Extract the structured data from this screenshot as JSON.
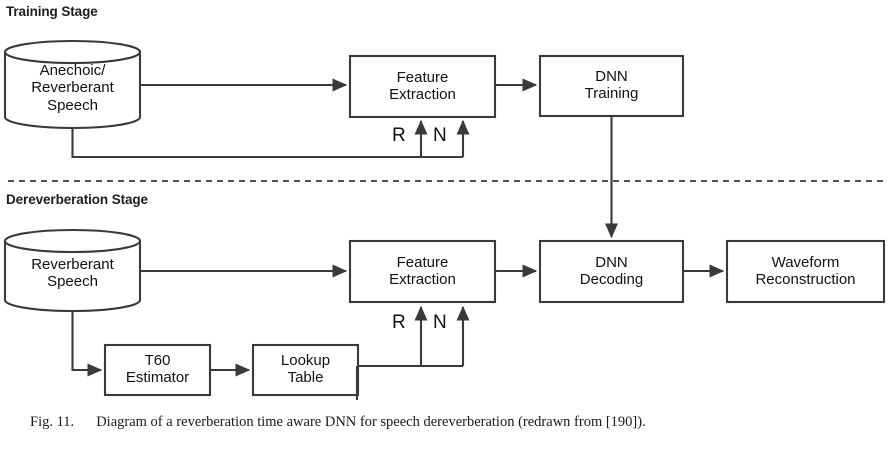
{
  "figure": {
    "number": "Fig. 11.",
    "caption": "Diagram of a reverberation time aware DNN for speech dereverberation (redrawn from [190])."
  },
  "colors": {
    "stroke": "#3a3a3a",
    "text": "#111111",
    "background": "#ffffff",
    "divider": "#3a3a3a"
  },
  "sections": {
    "training": {
      "label": "Training Stage"
    },
    "dereverberation": {
      "label": "Dereverberation Stage"
    }
  },
  "training_stage": {
    "datastore": {
      "line1": "Anechoic/",
      "line2": "Reverberant",
      "line3": "Speech"
    },
    "feature_extraction": {
      "line1": "Feature",
      "line2": "Extraction"
    },
    "dnn_training": {
      "line1": "DNN",
      "line2": "Training"
    },
    "inputs": {
      "r": "R",
      "n": "N"
    }
  },
  "dereverberation_stage": {
    "datastore": {
      "line1": "Reverberant",
      "line2": "Speech"
    },
    "feature_extraction": {
      "line1": "Feature",
      "line2": "Extraction"
    },
    "dnn_decoding": {
      "line1": "DNN",
      "line2": "Decoding"
    },
    "waveform_reconstruction": {
      "line1": "Waveform",
      "line2": "Reconstruction"
    },
    "t60_estimator": {
      "line1": "T60",
      "line2": "Estimator"
    },
    "lookup_table": {
      "line1": "Lookup",
      "line2": "Table"
    },
    "inputs": {
      "r": "R",
      "n": "N"
    }
  }
}
